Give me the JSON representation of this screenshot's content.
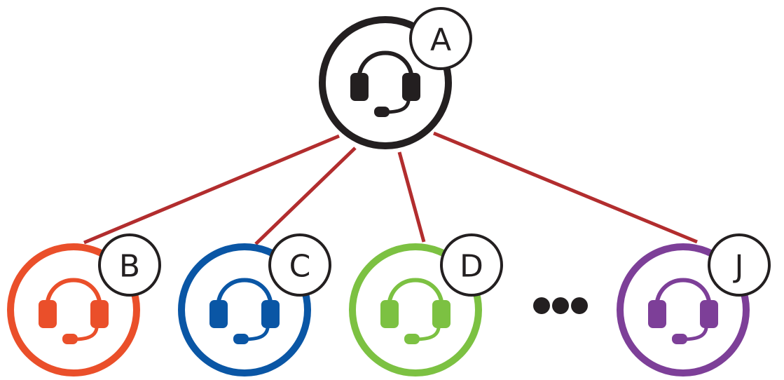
{
  "colors": {
    "link": "#b22d2e",
    "ink": "#231f20",
    "background": "#ffffff"
  },
  "hub": {
    "label": "A",
    "color": "#231f20",
    "icon": "headset-icon"
  },
  "nodes": [
    {
      "label": "B",
      "color": "#ea4f2a",
      "icon": "headset-icon"
    },
    {
      "label": "C",
      "color": "#0a56a5",
      "icon": "headset-icon"
    },
    {
      "label": "D",
      "color": "#7cc142",
      "icon": "headset-icon"
    },
    {
      "label": "J",
      "color": "#7d3f98",
      "icon": "headset-icon"
    }
  ],
  "ellipsis_icon": "ellipsis-icon"
}
